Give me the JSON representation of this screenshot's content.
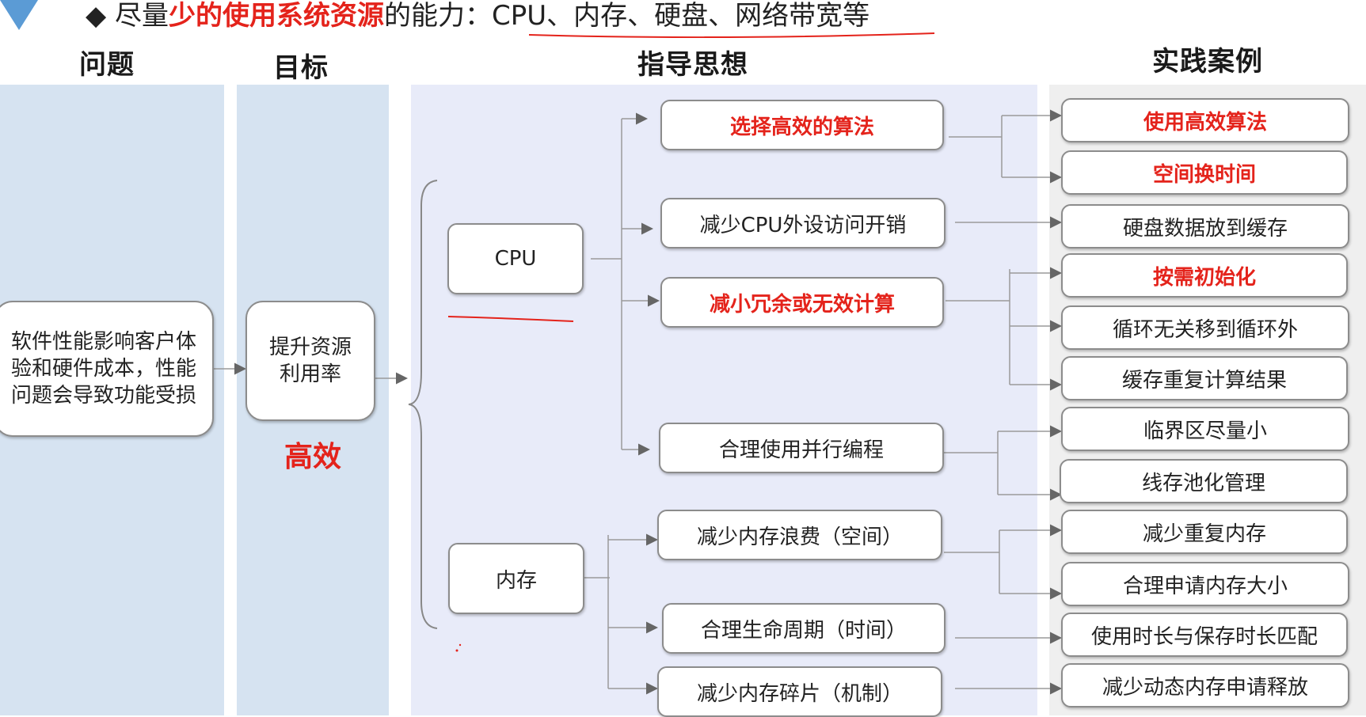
{
  "title": {
    "bullet": "◆",
    "pre": "尽量",
    "highlight": "少的使用系统资源",
    "post": "的能力：",
    "resources": "CPU、内存、硬盘、网络带宽等"
  },
  "headers": {
    "problem": "问题",
    "goal": "目标",
    "guidance": "指导思想",
    "practice": "实践案例"
  },
  "problem_text": "软件性能影响客户体验和硬件成本，性能问题会导致功能受损",
  "goal": {
    "text": "提升资源利用率",
    "tag": "高效"
  },
  "categories": {
    "cpu": "CPU",
    "memory": "内存"
  },
  "guidance": [
    {
      "label": "选择高效的算法",
      "emphasis": true
    },
    {
      "label": "减少CPU外设访问开销",
      "emphasis": false
    },
    {
      "label": "减小冗余或无效计算",
      "emphasis": true
    },
    {
      "label": "合理使用并行编程",
      "emphasis": false
    },
    {
      "label": "减少内存浪费（空间）",
      "emphasis": false
    },
    {
      "label": "合理生命周期（时间）",
      "emphasis": false
    },
    {
      "label": "减少内存碎片（机制）",
      "emphasis": false
    }
  ],
  "practice": [
    {
      "label": "使用高效算法",
      "emphasis": true
    },
    {
      "label": "空间换时间",
      "emphasis": true
    },
    {
      "label": "硬盘数据放到缓存",
      "emphasis": false
    },
    {
      "label": "按需初始化",
      "emphasis": true
    },
    {
      "label": "循环无关移到循环外",
      "emphasis": false
    },
    {
      "label": "缓存重复计算结果",
      "emphasis": false
    },
    {
      "label": "临界区尽量小",
      "emphasis": false
    },
    {
      "label": "线存池化管理",
      "emphasis": false
    },
    {
      "label": "减少重复内存",
      "emphasis": false
    },
    {
      "label": "合理申请内存大小",
      "emphasis": false
    },
    {
      "label": "使用时长与保存时长匹配",
      "emphasis": false
    },
    {
      "label": "减少动态内存申请释放",
      "emphasis": false
    }
  ],
  "colors": {
    "accent_red": "#e4231b",
    "column_blue": "#d6e3f1",
    "guidance_bg": "#e8ebf9",
    "practice_bg": "#efefef"
  }
}
